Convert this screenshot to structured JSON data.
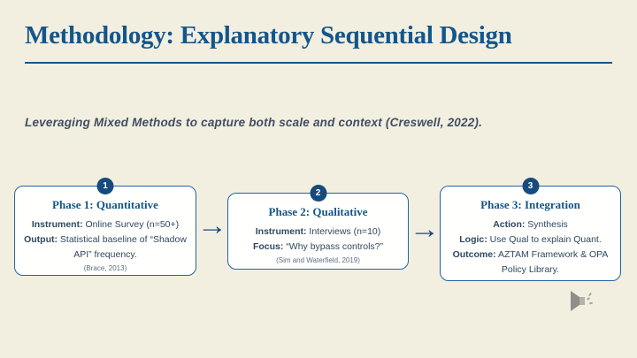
{
  "slide_title": "Methodology: Explanatory Sequential Design",
  "subtitle": "Leveraging Mixed Methods to capture both scale and context (Creswell, 2022).",
  "arrow_glyph": "→",
  "colors": {
    "background_cream": "#f2efe1",
    "accent_blue": "#14568b",
    "box_border_blue": "#2264a3",
    "badge_navy": "#174a7d",
    "body_text": "#2e4860",
    "subtitle_text": "#414e60",
    "box_background": "#fffffd",
    "audio_icon_gray": "#8f8f88"
  },
  "phases": [
    {
      "number": "1",
      "heading": "Phase 1: Quantitative",
      "lines": [
        {
          "label": "Instrument:",
          "text": " Online Survey (n=50+)"
        },
        {
          "label": "Output:",
          "text": " Statistical baseline of “Shadow API” frequency."
        }
      ],
      "citation": "(Brace, 2013)"
    },
    {
      "number": "2",
      "heading": "Phase 2: Qualitative",
      "lines": [
        {
          "label": "Instrument:",
          "text": " Interviews (n=10)"
        },
        {
          "label": "Focus:",
          "text": " “Why bypass controls?”"
        }
      ],
      "citation": "(Sim and Waterfield, 2019)"
    },
    {
      "number": "3",
      "heading": "Phase 3: Integration",
      "lines": [
        {
          "label": "Action:",
          "text": " Synthesis"
        },
        {
          "label": "Logic:",
          "text": " Use Qual to explain Quant."
        },
        {
          "label": "Outcome:",
          "text": " AZTAM Framework & OPA Policy Library."
        }
      ],
      "citation": ""
    }
  ],
  "icons": {
    "bottom_right": "audio-speaker-icon"
  }
}
